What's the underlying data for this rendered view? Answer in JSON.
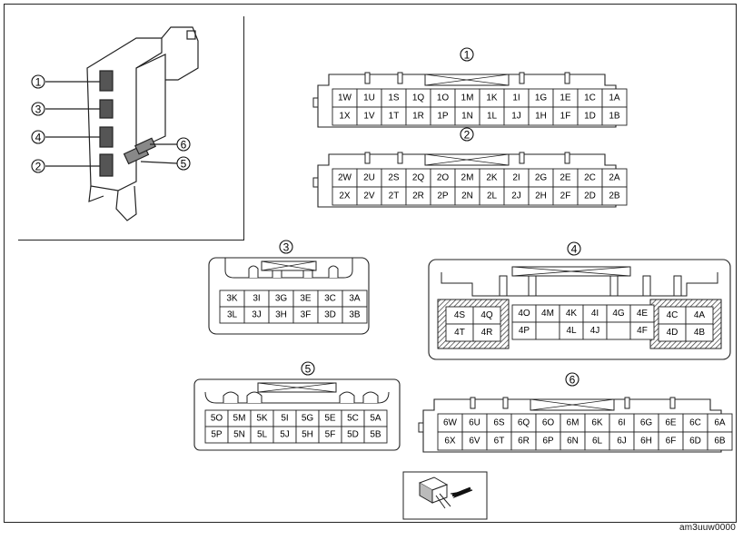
{
  "callouts": [
    "1",
    "2",
    "3",
    "4",
    "5",
    "6"
  ],
  "connectors": {
    "c1": {
      "number": "1",
      "row1": [
        "1W",
        "1U",
        "1S",
        "1Q",
        "1O",
        "1M",
        "1K",
        "1I",
        "1G",
        "1E",
        "1C",
        "1A"
      ],
      "row2": [
        "1X",
        "1V",
        "1T",
        "1R",
        "1P",
        "1N",
        "1L",
        "1J",
        "1H",
        "1F",
        "1D",
        "1B"
      ]
    },
    "c2": {
      "number": "2",
      "row1": [
        "2W",
        "2U",
        "2S",
        "2Q",
        "2O",
        "2M",
        "2K",
        "2I",
        "2G",
        "2E",
        "2C",
        "2A"
      ],
      "row2": [
        "2X",
        "2V",
        "2T",
        "2R",
        "2P",
        "2N",
        "2L",
        "2J",
        "2H",
        "2F",
        "2D",
        "2B"
      ]
    },
    "c3": {
      "number": "3",
      "row1": [
        "3K",
        "3I",
        "3G",
        "3E",
        "3C",
        "3A"
      ],
      "row2": [
        "3L",
        "3J",
        "3H",
        "3F",
        "3D",
        "3B"
      ]
    },
    "c4": {
      "number": "4",
      "left": [
        "4S",
        "4Q",
        "4T",
        "4R"
      ],
      "mid_row1": [
        "4O",
        "4M",
        "4K",
        "4I",
        "4G",
        "4E"
      ],
      "mid_row2": [
        "4P",
        "",
        "4L",
        "4J",
        "",
        "4F"
      ],
      "right": [
        "4C",
        "4A",
        "4D",
        "4B"
      ]
    },
    "c5": {
      "number": "5",
      "row1": [
        "5O",
        "5M",
        "5K",
        "5I",
        "5G",
        "5E",
        "5C",
        "5A"
      ],
      "row2": [
        "5P",
        "5N",
        "5L",
        "5J",
        "5H",
        "5F",
        "5D",
        "5B"
      ]
    },
    "c6": {
      "number": "6",
      "row1": [
        "6W",
        "6U",
        "6S",
        "6Q",
        "6O",
        "6M",
        "6K",
        "6I",
        "6G",
        "6E",
        "6C",
        "6A"
      ],
      "row2": [
        "6X",
        "6V",
        "6T",
        "6R",
        "6P",
        "6N",
        "6L",
        "6J",
        "6H",
        "6F",
        "6D",
        "6B"
      ]
    }
  },
  "footer": "am3uuw0000"
}
